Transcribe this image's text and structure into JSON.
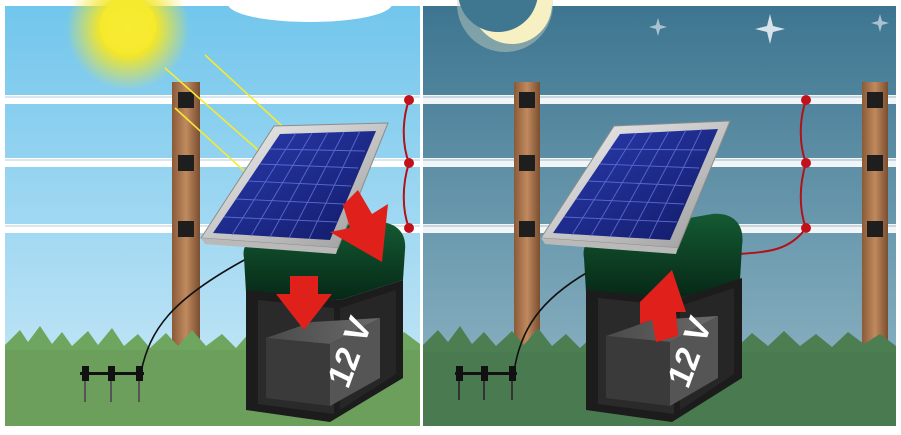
{
  "panels": [
    {
      "name": "day",
      "battery_label": "12 V"
    },
    {
      "name": "night",
      "battery_label": "12 V"
    }
  ],
  "colors": {
    "day_sky_top": "#72c6ec",
    "day_sky_bottom": "#c6e7f7",
    "night_sky_top": "#3f7690",
    "night_sky_bottom": "#8fb6c6",
    "day_grass": "#6c9f5c",
    "night_grass": "#4a7a4f",
    "arrow_red": "#e0201b",
    "sun": "#f3e62a",
    "moon": "#f6f0c3",
    "panel_cell": "#1b2a86",
    "energizer_green": "#0b3a21",
    "battery_gray": "#3a3a3a"
  },
  "icons": [
    "sun-icon",
    "moon-icon",
    "star-icon",
    "solar-panel-icon",
    "battery-icon",
    "ground-rod-icon",
    "fence-post-icon",
    "down-arrow-icon",
    "up-arrow-icon"
  ]
}
